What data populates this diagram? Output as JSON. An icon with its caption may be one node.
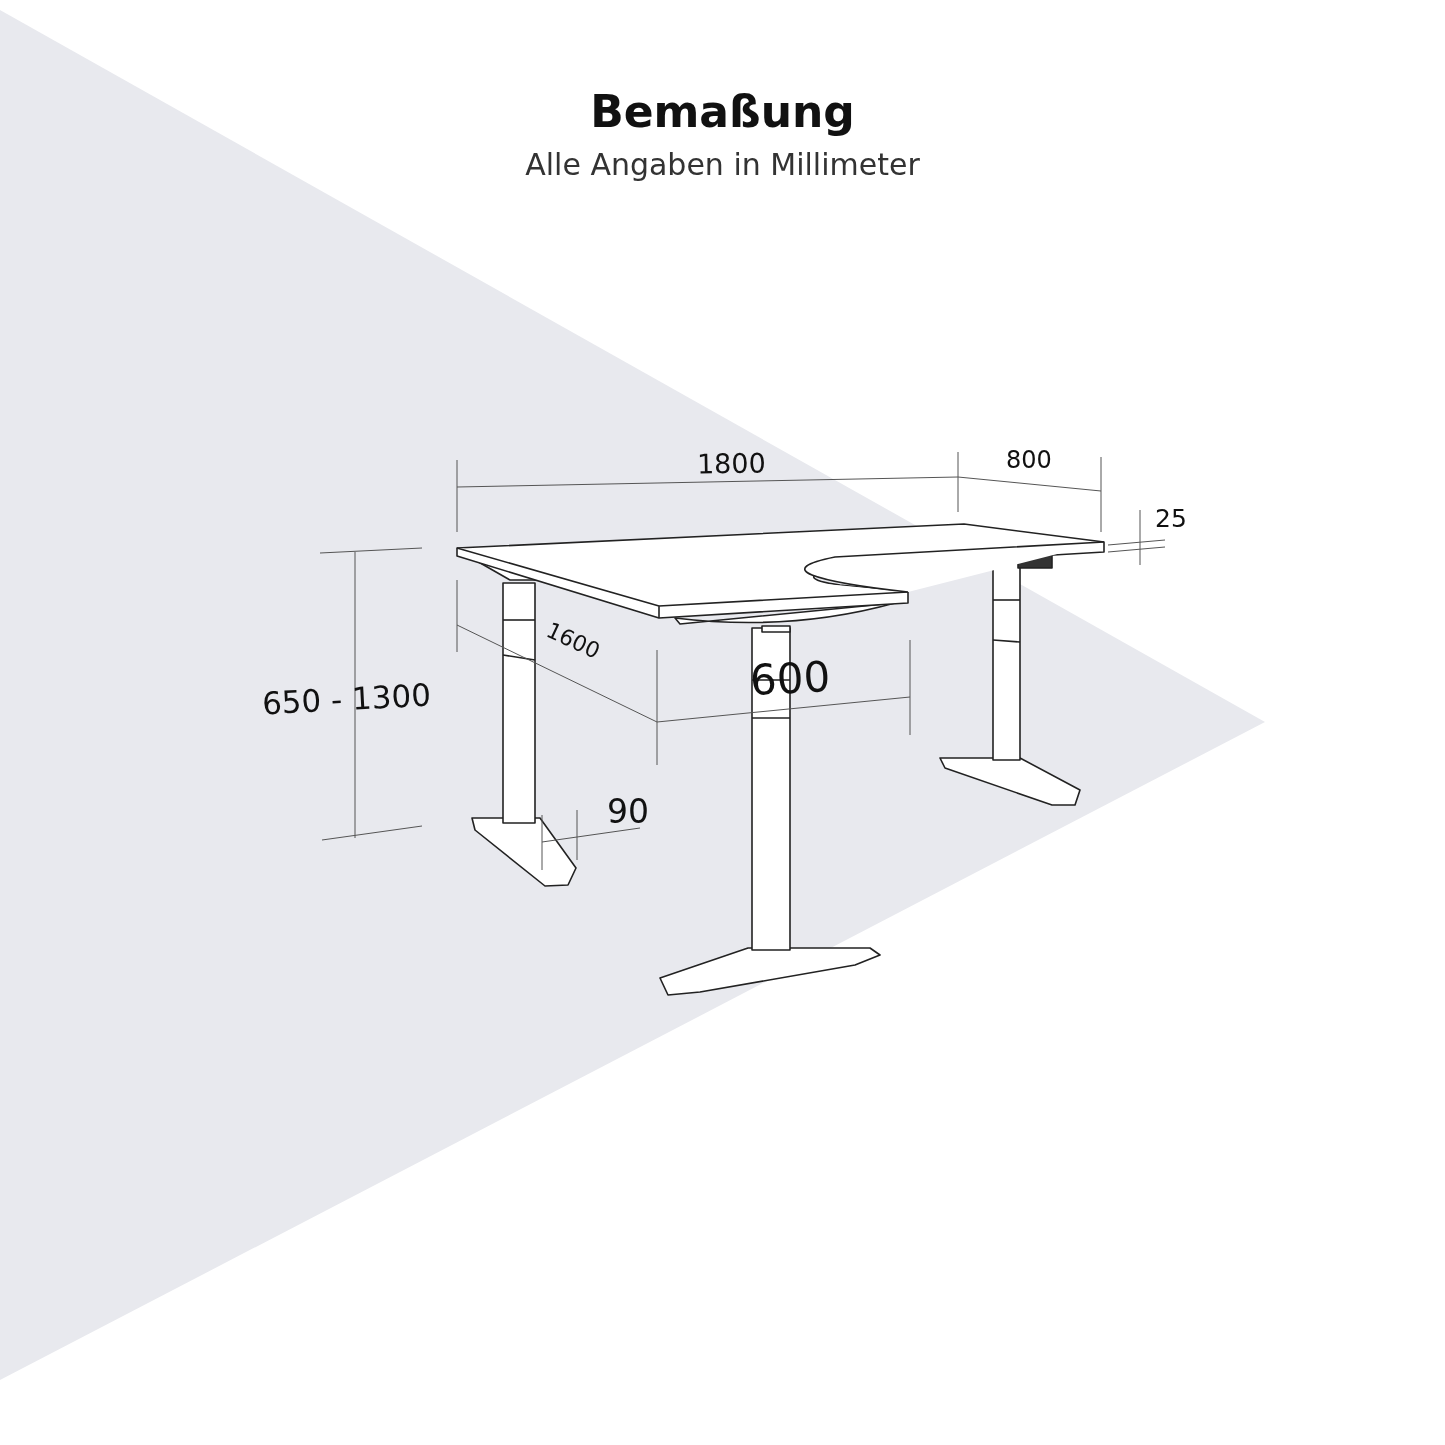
{
  "diagram": {
    "title": "Bemaßung",
    "labels": [
      "Alle Angaben in Millimeter",
      "1800",
      "800",
      "25",
      "650 - 1300",
      "1600",
      "600",
      "90"
    ]
  }
}
